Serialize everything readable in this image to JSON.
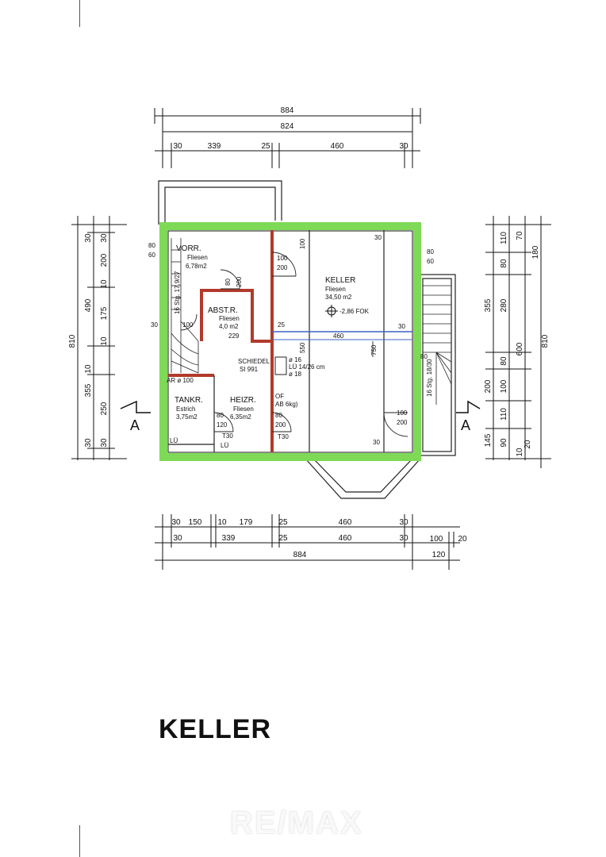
{
  "plan": {
    "title": "KELLER",
    "watermark": "RE/MAX",
    "wall_color": "#7ed957",
    "partition_color": "#b23a2a",
    "section_mark": "A",
    "top_dims": {
      "overall": "884",
      "inner": "824",
      "segments": [
        "30",
        "339",
        "25",
        "460",
        "30"
      ]
    },
    "bottom_dims": {
      "row1": [
        "30",
        "150",
        "10",
        "179",
        "25",
        "460",
        "30",
        "100",
        "20"
      ],
      "row2": [
        "30",
        "339",
        "25",
        "460",
        "30"
      ],
      "overall": "884",
      "extra": "120"
    },
    "left_dims": {
      "outer": "810",
      "mid": [
        "30",
        "490",
        "10",
        "355",
        "30"
      ],
      "inner": [
        "30",
        "200",
        "10",
        "175",
        "10",
        "250",
        "30"
      ]
    },
    "right_dims": {
      "outer": "810",
      "mid": [
        "80",
        "355",
        "600"
      ],
      "inner": [
        "110",
        "70",
        "180",
        "280",
        "80",
        "100",
        "110",
        "145",
        "90",
        "10",
        "20"
      ],
      "extra": "200"
    },
    "rooms": {
      "vorr": {
        "name": "VORR.",
        "floor": "Fliesen",
        "area": "6,78m2"
      },
      "abstr": {
        "name": "ABST.R.",
        "floor": "Fliesen",
        "area": "4,0 m2"
      },
      "keller": {
        "name": "KELLER",
        "floor": "Fliesen",
        "area": "34,50 m2"
      },
      "tankr": {
        "name": "TANKR.",
        "floor": "Estrich",
        "area": "3,75m2"
      },
      "heizr": {
        "name": "HEIZR.",
        "floor": "Fliesen",
        "area": "6,35m2"
      }
    },
    "annotations": {
      "level": "-2,86 FOK",
      "door_100_200": [
        "100",
        "200"
      ],
      "door_80_200": [
        "80",
        "200"
      ],
      "door_80_120": [
        "80",
        "120"
      ],
      "window_80_60": [
        "80",
        "60"
      ],
      "stair_left": "16 Stg. 17,9/27",
      "stair_right": "16 Stg. 18/30",
      "abstr_dims": [
        "100",
        "229"
      ],
      "dim_25": "25",
      "dim_30": "30",
      "dim_460": "460",
      "dim_550": "550",
      "dim_750": "750",
      "dim_100": "100",
      "schiede": "SCHIEDEL",
      "si": "SI 991",
      "chimney": [
        "ø 16",
        "LÜ 14/26 cm",
        "ø 18"
      ],
      "ar": "AR ø 100",
      "of": "OF",
      "ab": "AB 6kg)",
      "t30": "T30",
      "lu": "LÜ"
    }
  }
}
